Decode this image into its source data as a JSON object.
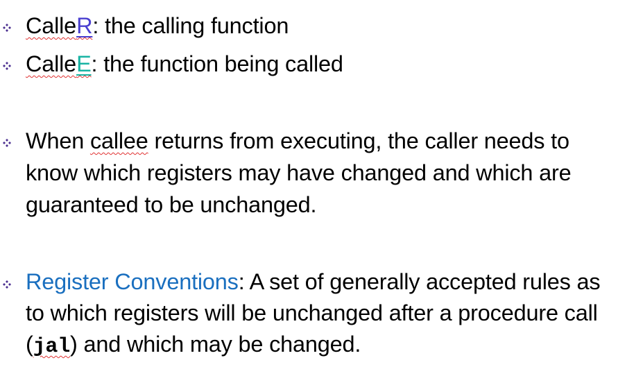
{
  "bullets": [
    {
      "lead": "Calle",
      "accent_letter": "R",
      "rest": ": the calling function"
    },
    {
      "lead": "Calle",
      "accent_letter": "E",
      "rest": ": the function being called"
    },
    {
      "pre": "When ",
      "term": "callee",
      "post": " returns from executing, the caller needs to know which registers may have changed and which are guaranteed to be unchanged."
    },
    {
      "term": "Register Conventions",
      "mid": ": A set of generally accepted rules as to which registers will be unchanged after a procedure call (",
      "code": "jal",
      "post": ") and which may be changed."
    }
  ],
  "bullet_icon": "four-diamond-bullet-icon",
  "colors": {
    "accent_r": "#4a3fd0",
    "accent_e": "#17b3a3",
    "term": "#1a6fbf",
    "bullet": "#4b2f8f",
    "spellcheck": "#e03030"
  }
}
